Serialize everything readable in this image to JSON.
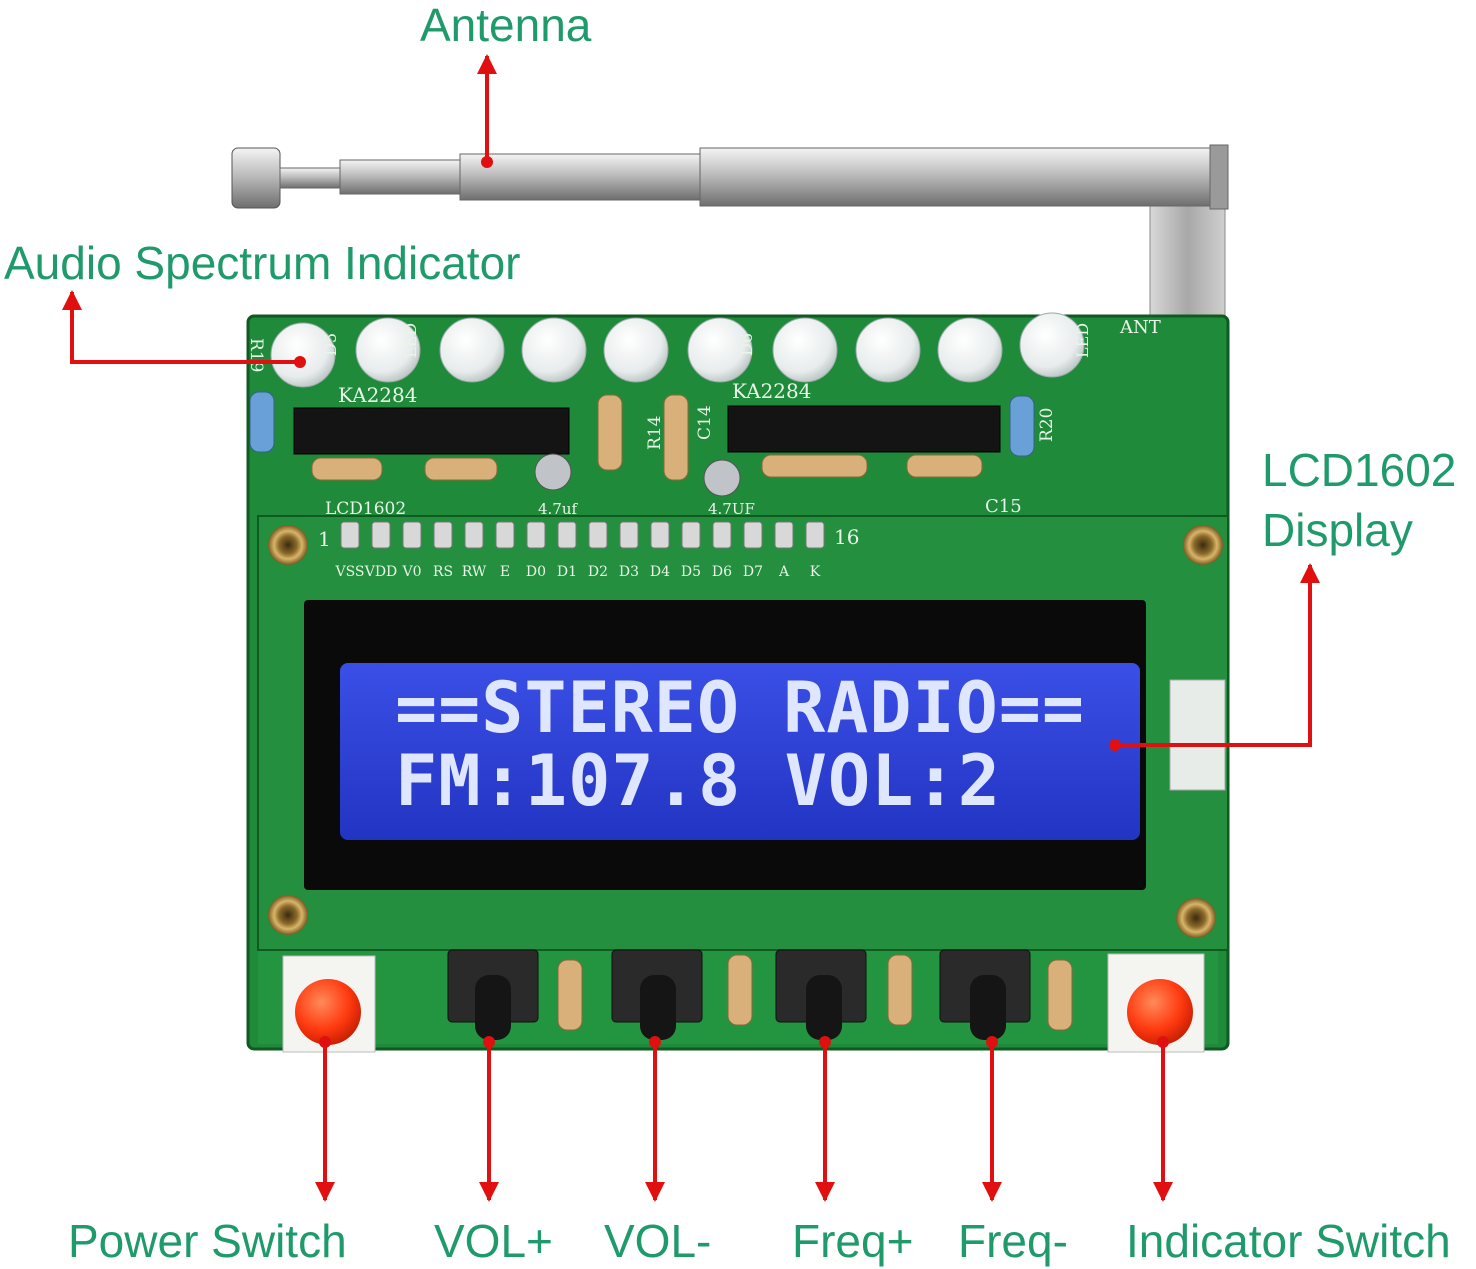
{
  "callouts": {
    "antenna": "Antenna",
    "audio_spectrum": "Audio Spectrum Indicator",
    "lcd_line1": "LCD1602",
    "lcd_line2": "Display",
    "power_switch": "Power Switch",
    "vol_plus": "VOL+",
    "vol_minus": "VOL-",
    "freq_plus": "Freq+",
    "freq_minus": "Freq-",
    "indicator_switch": "Indicator Switch"
  },
  "lcd": {
    "line1": "==STEREO RADIO==",
    "line2": "FM:107.8 VOL:2"
  },
  "silkscreen": {
    "ic_left": "KA2284",
    "ic_right": "KA2284",
    "r19": "R19",
    "r20": "R20",
    "r14": "R14",
    "c14": "C14",
    "c15": "C15",
    "ant": "ANT",
    "led_a": "LED",
    "led_b": "LED",
    "d5": "D5",
    "d6": "D6",
    "lcd_label": "LCD1602",
    "cap_left": "4.7uf",
    "cap_right": "4.7UF",
    "pin_first": "1",
    "pin_last": "16",
    "pins": [
      "VSS",
      "VDD",
      "V0",
      "RS",
      "RW",
      "E",
      "D0",
      "D1",
      "D2",
      "D3",
      "D4",
      "D5",
      "D6",
      "D7",
      "A",
      "K"
    ]
  },
  "colors": {
    "label_green": "#1f9a6b",
    "arrow_red": "#e01010",
    "pcb_green": "#1f8a3a",
    "lcd_blue": "#2d3fd0",
    "button_red": "#ff3a10"
  }
}
